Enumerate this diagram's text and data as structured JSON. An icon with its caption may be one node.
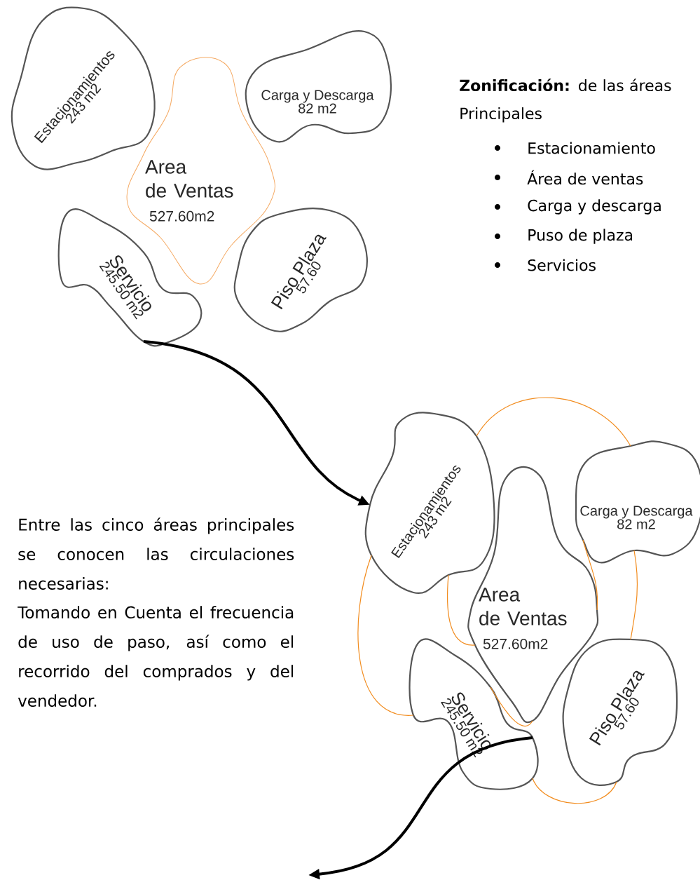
{
  "diagram": {
    "nodes": [
      {
        "text": [
          "Estacionamientos",
          "243 m2"
        ]
      },
      {
        "text": [
          "Carga y Descarga",
          "82 m2"
        ]
      },
      {
        "text": [
          "Area de Ventas",
          "527.60m2"
        ]
      },
      {
        "text": [
          "Servicio",
          "245.50 m2"
        ]
      },
      {
        "text": [
          "Piso Plaza",
          "57.60"
        ]
      },
      {
        "text": [
          "Estacionamientos",
          "243 m2"
        ]
      },
      {
        "text": [
          "Carga y Descarga",
          "82 m2"
        ]
      },
      {
        "text": [
          "Area de Ventas",
          "527.60m2"
        ]
      },
      {
        "text": [
          "Servicio",
          "245.50 m2"
        ]
      },
      {
        "text": [
          "Piso Plaza",
          "57.60"
        ]
      }
    ],
    "edges": [
      {
        "from": 5,
        "to": 6,
        "arrow": "none"
      },
      {
        "from": 5,
        "to": 8,
        "arrow": "none"
      },
      {
        "from": 5,
        "to": 7,
        "arrow": "none"
      },
      {
        "from": 7,
        "to": 6,
        "arrow": "none"
      },
      {
        "from": 6,
        "to": 9,
        "arrow": "none"
      },
      {
        "from": 8,
        "to": 7,
        "arrow": "none"
      },
      {
        "from": 8,
        "to": 9,
        "arrow": "none"
      },
      {
        "from": 3,
        "to": 5,
        "arrow": "to",
        "style": "thick",
        "color": "#000000"
      },
      {
        "from": 8,
        "to": null,
        "arrow": "to",
        "style": "thick",
        "color": "#000000"
      }
    ],
    "labels": [
      "**Zonificación:** de las áreas Principales",
      "Estacionamiento",
      "Área de ventas",
      "Carga y descarga",
      "Puso de plaza",
      "Servicios",
      "Entre las cinco áreas principales se conocen las circulaciones necesarias:",
      "Tomando en Cuenta el frecuencia de uso de paso, así como el recorrido del comprados y del vendedor."
    ]
  }
}
